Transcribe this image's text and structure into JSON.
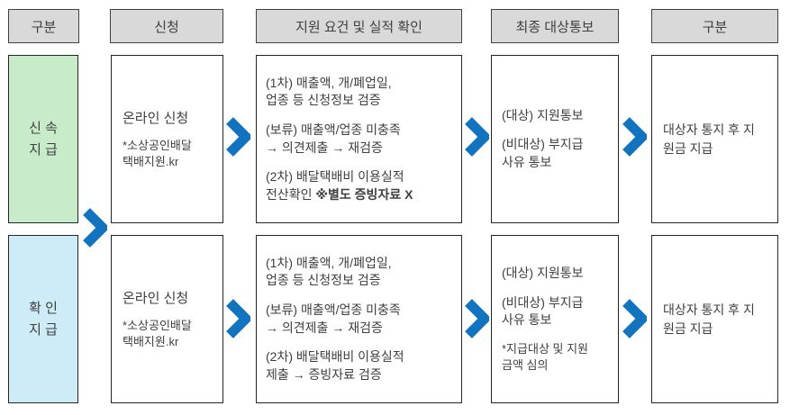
{
  "colors": {
    "arrow_blue": "#1273BE",
    "header_gray": "#D9D9D9",
    "fast_green": "#C8ECCA",
    "confirm_blue": "#CEEBF8"
  },
  "headers": [
    {
      "label": "구분"
    },
    {
      "label": "신청"
    },
    {
      "label": "지원 요건 및 실적 확인"
    },
    {
      "label": "최종 대상통보"
    },
    {
      "label": "구분"
    }
  ],
  "rows": [
    {
      "category": "신 속\n지 급",
      "apply_title": "온라인 신청",
      "apply_note": "*소상공인배달\n택배지원.kr",
      "check_p1": "(1차) 매출액, 개/폐업일,\n업종 등 신청정보 검증",
      "check_p2": "(보류) 매출액/업종 미충족\n→ 의견제출 → 재검증",
      "check_p3": "(2차) 배달택배비 이용실적\n전산확인 ",
      "check_p3_bold": "※별도 증빙자료 X",
      "notify_p1": "(대상) 지원통보",
      "notify_p2": "(비대상) 부지급\n사유 통보",
      "notify_note": "",
      "result": "대상자 통지 후 지\n원금 지급"
    },
    {
      "category": "확 인\n지 급",
      "apply_title": "온라인 신청",
      "apply_note": "*소상공인배달\n택배지원.kr",
      "check_p1": "(1차) 매출액, 개/폐업일,\n업종 등 신청정보 검증",
      "check_p2": "(보류) 매출액/업종 미충족\n→ 의견제출 → 재검증",
      "check_p3": "(2차) 배달택배비 이용실적\n제출 → 증빙자료 검증",
      "check_p3_bold": "",
      "notify_p1": "(대상) 지원통보",
      "notify_p2": "(비대상) 부지급\n사유 통보",
      "notify_note": "*지급대상 및 지원\n금액 심의",
      "result": "대상자 통지 후 지\n원금 지급"
    }
  ]
}
